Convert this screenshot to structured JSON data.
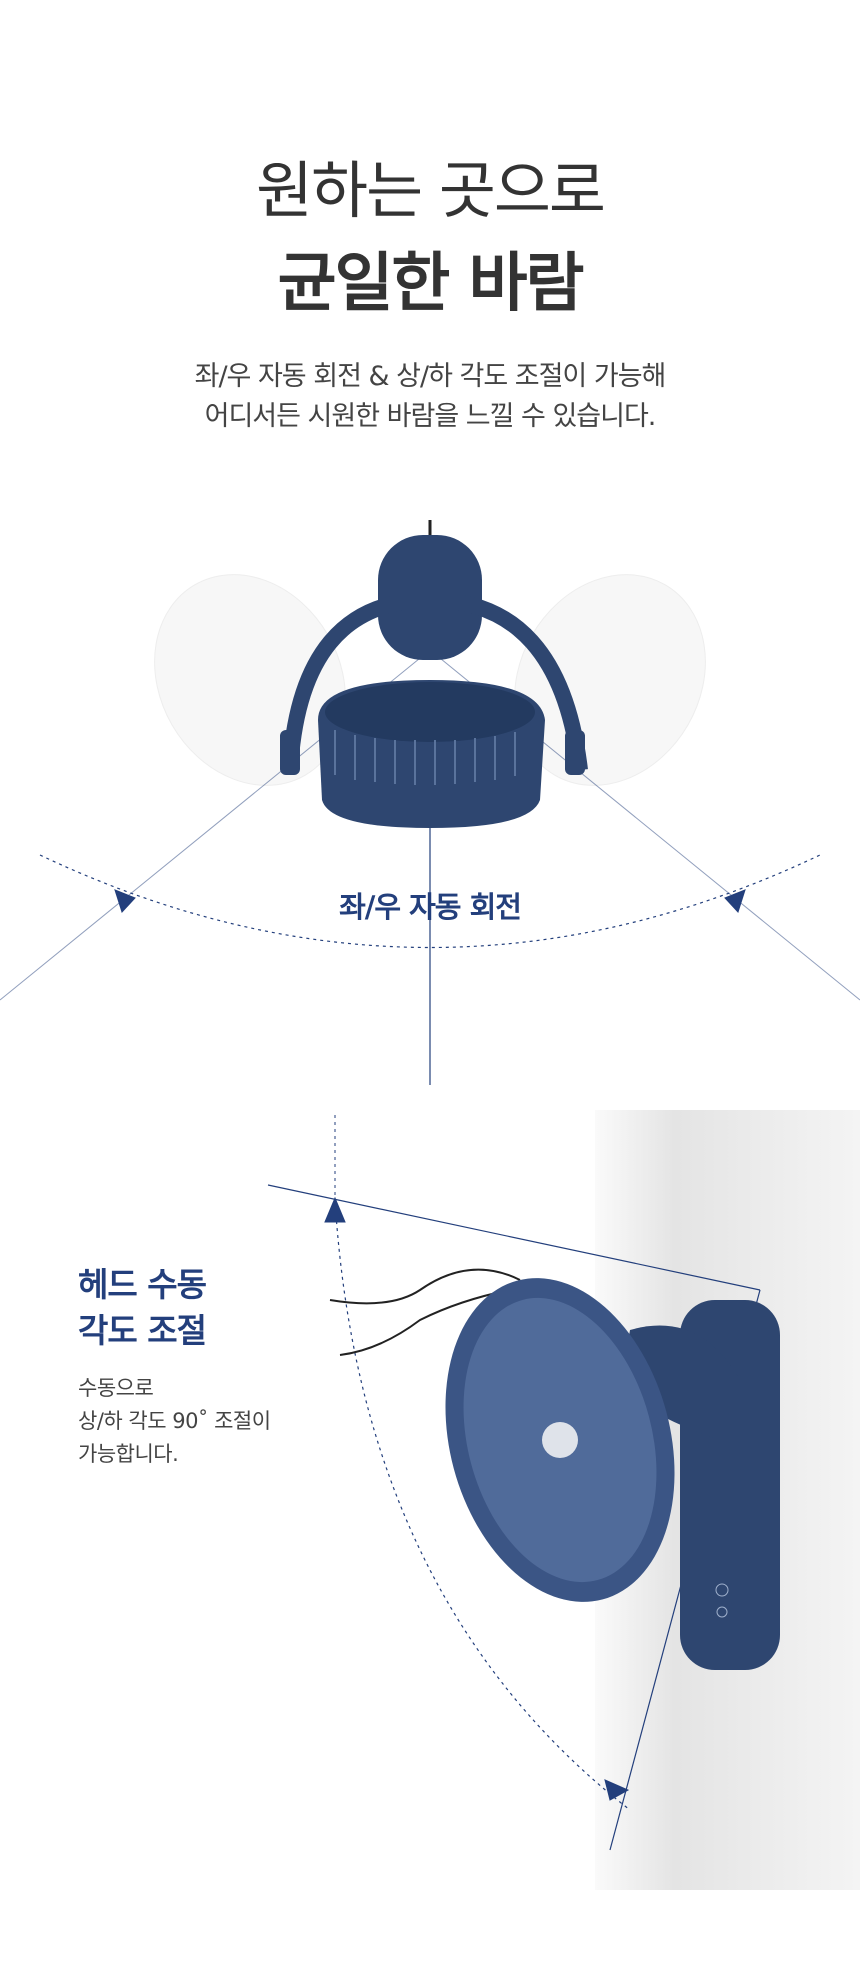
{
  "headline": {
    "line1": "원하는 곳으로",
    "line2": "균일한 바람"
  },
  "subtitle": {
    "line1": "좌/우 자동 회전 & 상/하 각도 조절이 가능해",
    "line2": "어디서든 시원한 바람을 느낄 수 있습니다."
  },
  "rotation_label": "좌/우 자동 회전",
  "head_section": {
    "title_line1": "헤드 수동",
    "title_line2": "각도 조절",
    "desc_line1": "수동으로",
    "desc_line2": "상/하 각도 90˚ 조절이",
    "desc_line3": "가능합니다."
  },
  "colors": {
    "accent": "#233f7c",
    "fan_body": "#2e4670",
    "text": "#333333"
  }
}
